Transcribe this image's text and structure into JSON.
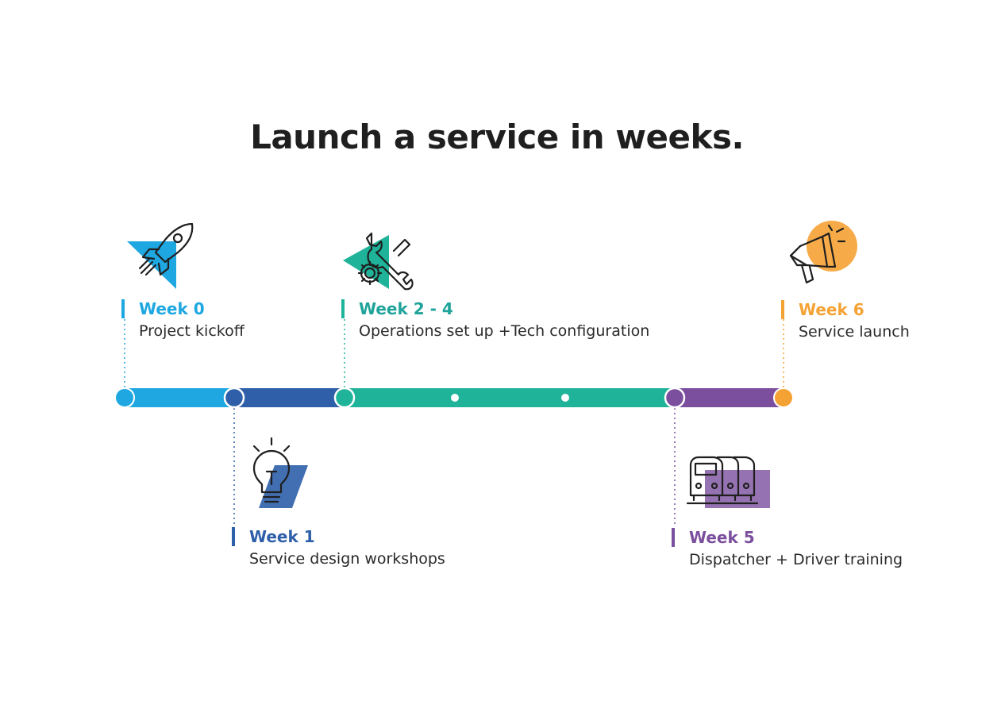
{
  "title": "Launch a service in weeks.",
  "colors": {
    "week0": "#1ea7e1",
    "week1": "#2e5fa8",
    "week2_4": "#1fb39a",
    "week5": "#7b4f9e",
    "week6": "#f5a234"
  },
  "milestones": [
    {
      "week": "Week 0",
      "description": "Project kickoff",
      "icon": "rocket-icon"
    },
    {
      "week": "Week 1",
      "description": "Service design workshops",
      "icon": "lightbulb-icon"
    },
    {
      "week": "Week 2 - 4",
      "description": "Operations set up +Tech configuration",
      "icon": "wrench-gear-icon"
    },
    {
      "week": "Week 5",
      "description": "Dispatcher + Driver training",
      "icon": "buses-icon"
    },
    {
      "week": "Week 6",
      "description": "Service launch",
      "icon": "megaphone-icon"
    }
  ]
}
